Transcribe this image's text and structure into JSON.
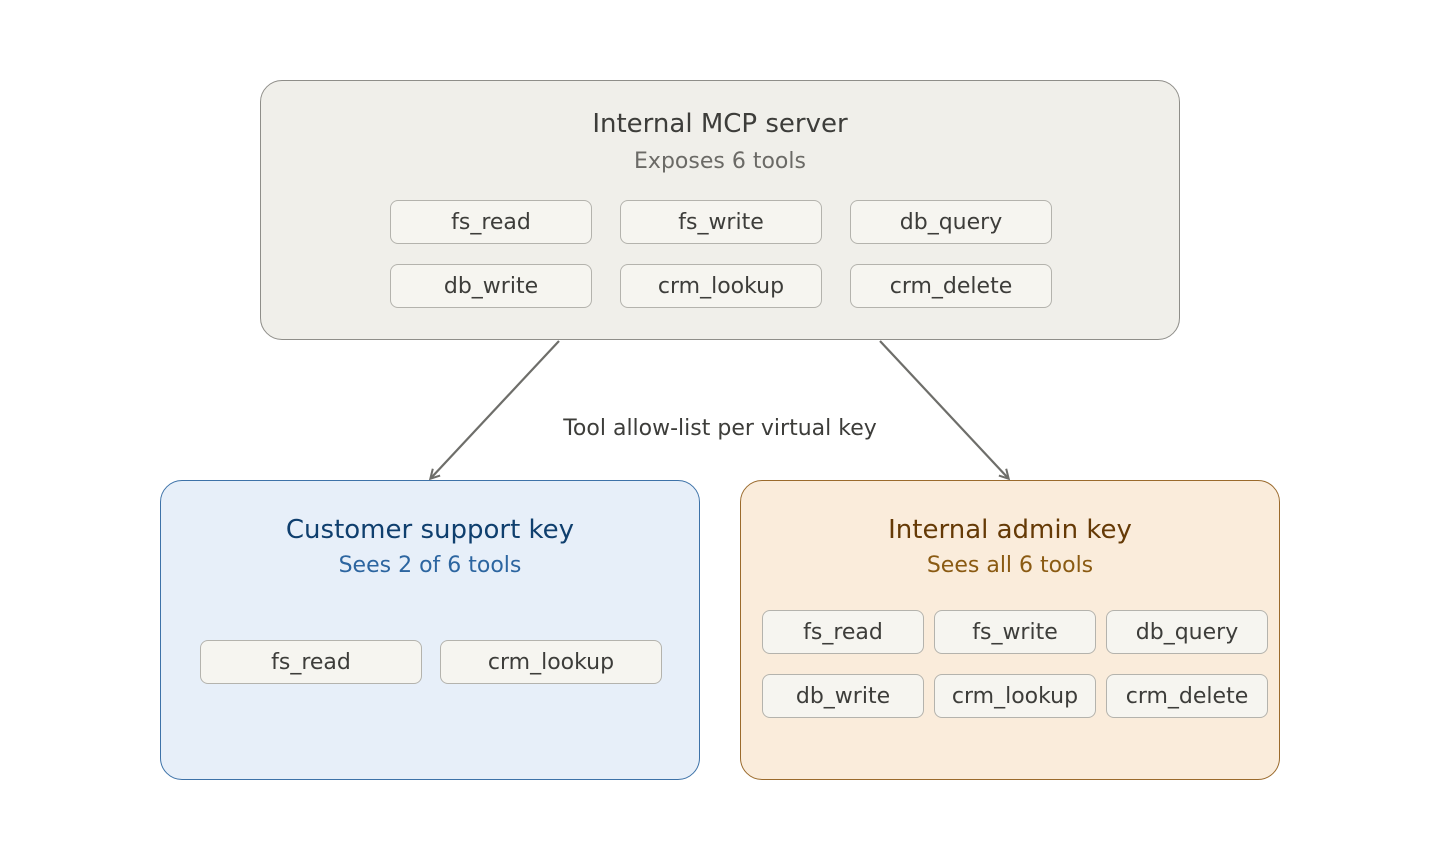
{
  "server": {
    "title": "Internal MCP server",
    "subtitle": "Exposes 6 tools",
    "tools": [
      "fs_read",
      "fs_write",
      "db_query",
      "db_write",
      "crm_lookup",
      "crm_delete"
    ]
  },
  "edge_label": "Tool allow-list per virtual key",
  "support_key": {
    "title": "Customer support key",
    "subtitle": "Sees 2 of 6 tools",
    "tools": [
      "fs_read",
      "crm_lookup"
    ]
  },
  "admin_key": {
    "title": "Internal admin key",
    "subtitle": "Sees all 6 tools",
    "tools": [
      "fs_read",
      "fs_write",
      "db_query",
      "db_write",
      "crm_lookup",
      "crm_delete"
    ]
  },
  "colors": {
    "server_fill": "#f0efea",
    "support_fill": "#e7eff9",
    "support_title": "#0f3f6e",
    "support_subtitle": "#2c65a0",
    "admin_fill": "#faecdb",
    "admin_title": "#653a06",
    "admin_subtitle": "#8a5a12",
    "arrow": "#6e6e6a"
  }
}
